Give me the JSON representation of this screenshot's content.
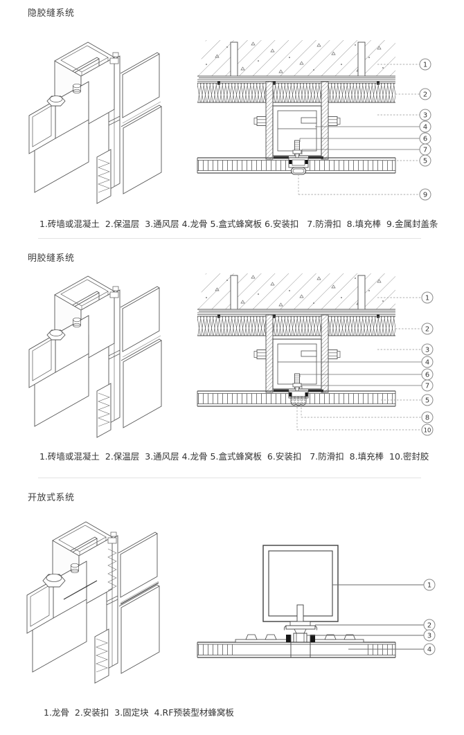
{
  "colors": {
    "line": "#4d4d4d",
    "leader_dashed": "#ababab",
    "leader_solid": "#6f6f6f",
    "callout_ring": "#8a8a8a",
    "callout_text": "#333333",
    "divider": "#e3e3e3",
    "text": "#3c3c3c"
  },
  "sections": [
    {
      "id": "hidden-seam",
      "title": "隐胶缝系统",
      "caption": "1.砖墙或混凝土  2.保温层  3.通风层 4.龙骨 5.盒式蜂窝板 6.安装扣   7.防滑扣  8.填充棒  9.金属封盖条",
      "callouts": [
        "1",
        "2",
        "3",
        "4",
        "6",
        "7",
        "5",
        "9"
      ]
    },
    {
      "id": "exposed-seam",
      "title": "明胶缝系统",
      "caption": "1.砖墙或混凝土  2.保温层  3.通风层 4.龙骨 5.盒式蜂窝板  6.安装扣   7.防滑扣  8.填充棒  10.密封胶",
      "callouts": [
        "1",
        "2",
        "3",
        "4",
        "6",
        "7",
        "5",
        "8",
        "10"
      ]
    },
    {
      "id": "open-system",
      "title": "开放式系统",
      "caption": "1.龙骨  2.安装扣  3.固定块  4.RF预装型材蜂窝板",
      "callouts": [
        "1",
        "2",
        "3",
        "4"
      ]
    }
  ]
}
